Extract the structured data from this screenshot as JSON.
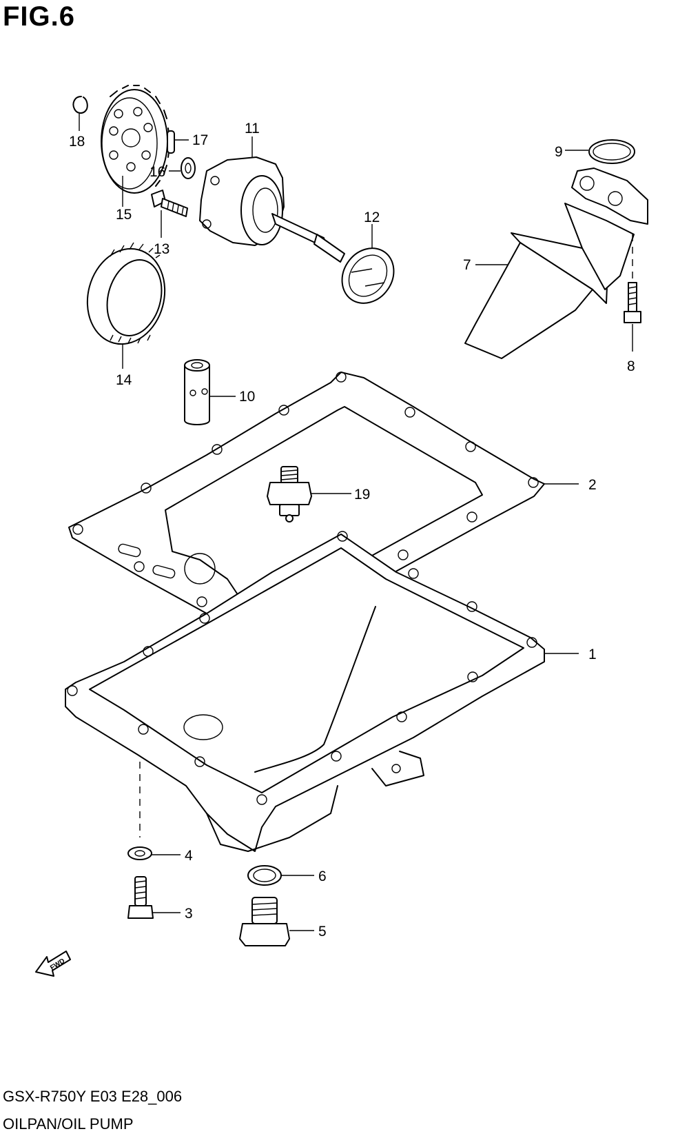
{
  "figure": {
    "title": "FIG.6",
    "model_code": "GSX-R750Y E03 E28_006",
    "section_name": "OILPAN/OIL PUMP",
    "fwd_marker": "FWD"
  },
  "callouts": [
    "1",
    "2",
    "3",
    "4",
    "5",
    "6",
    "7",
    "8",
    "9",
    "10",
    "11",
    "12",
    "13",
    "14",
    "15",
    "16",
    "17",
    "18",
    "19"
  ]
}
